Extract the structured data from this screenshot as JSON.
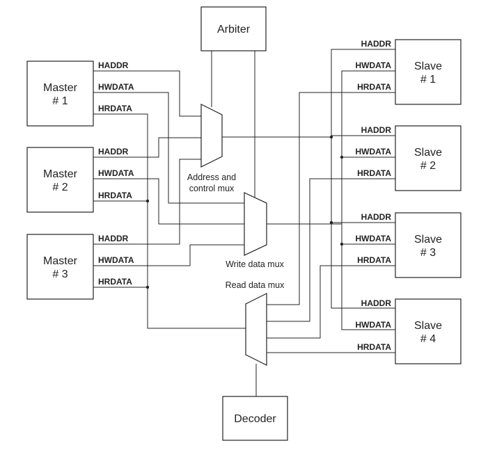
{
  "blocks": {
    "arbiter": "Arbiter",
    "decoder": "Decoder",
    "master1": [
      "Master",
      "# 1"
    ],
    "master2": [
      "Master",
      "# 2"
    ],
    "master3": [
      "Master",
      "# 3"
    ],
    "slave1": [
      "Slave",
      "# 1"
    ],
    "slave2": [
      "Slave",
      "# 2"
    ],
    "slave3": [
      "Slave",
      "# 3"
    ],
    "slave4": [
      "Slave",
      "# 4"
    ]
  },
  "signals": {
    "haddr": "HADDR",
    "hwdata": "HWDATA",
    "hrdata": "HRDATA"
  },
  "muxes": {
    "address": [
      "Address and",
      "control mux"
    ],
    "write": "Write data mux",
    "read": "Read data mux"
  }
}
